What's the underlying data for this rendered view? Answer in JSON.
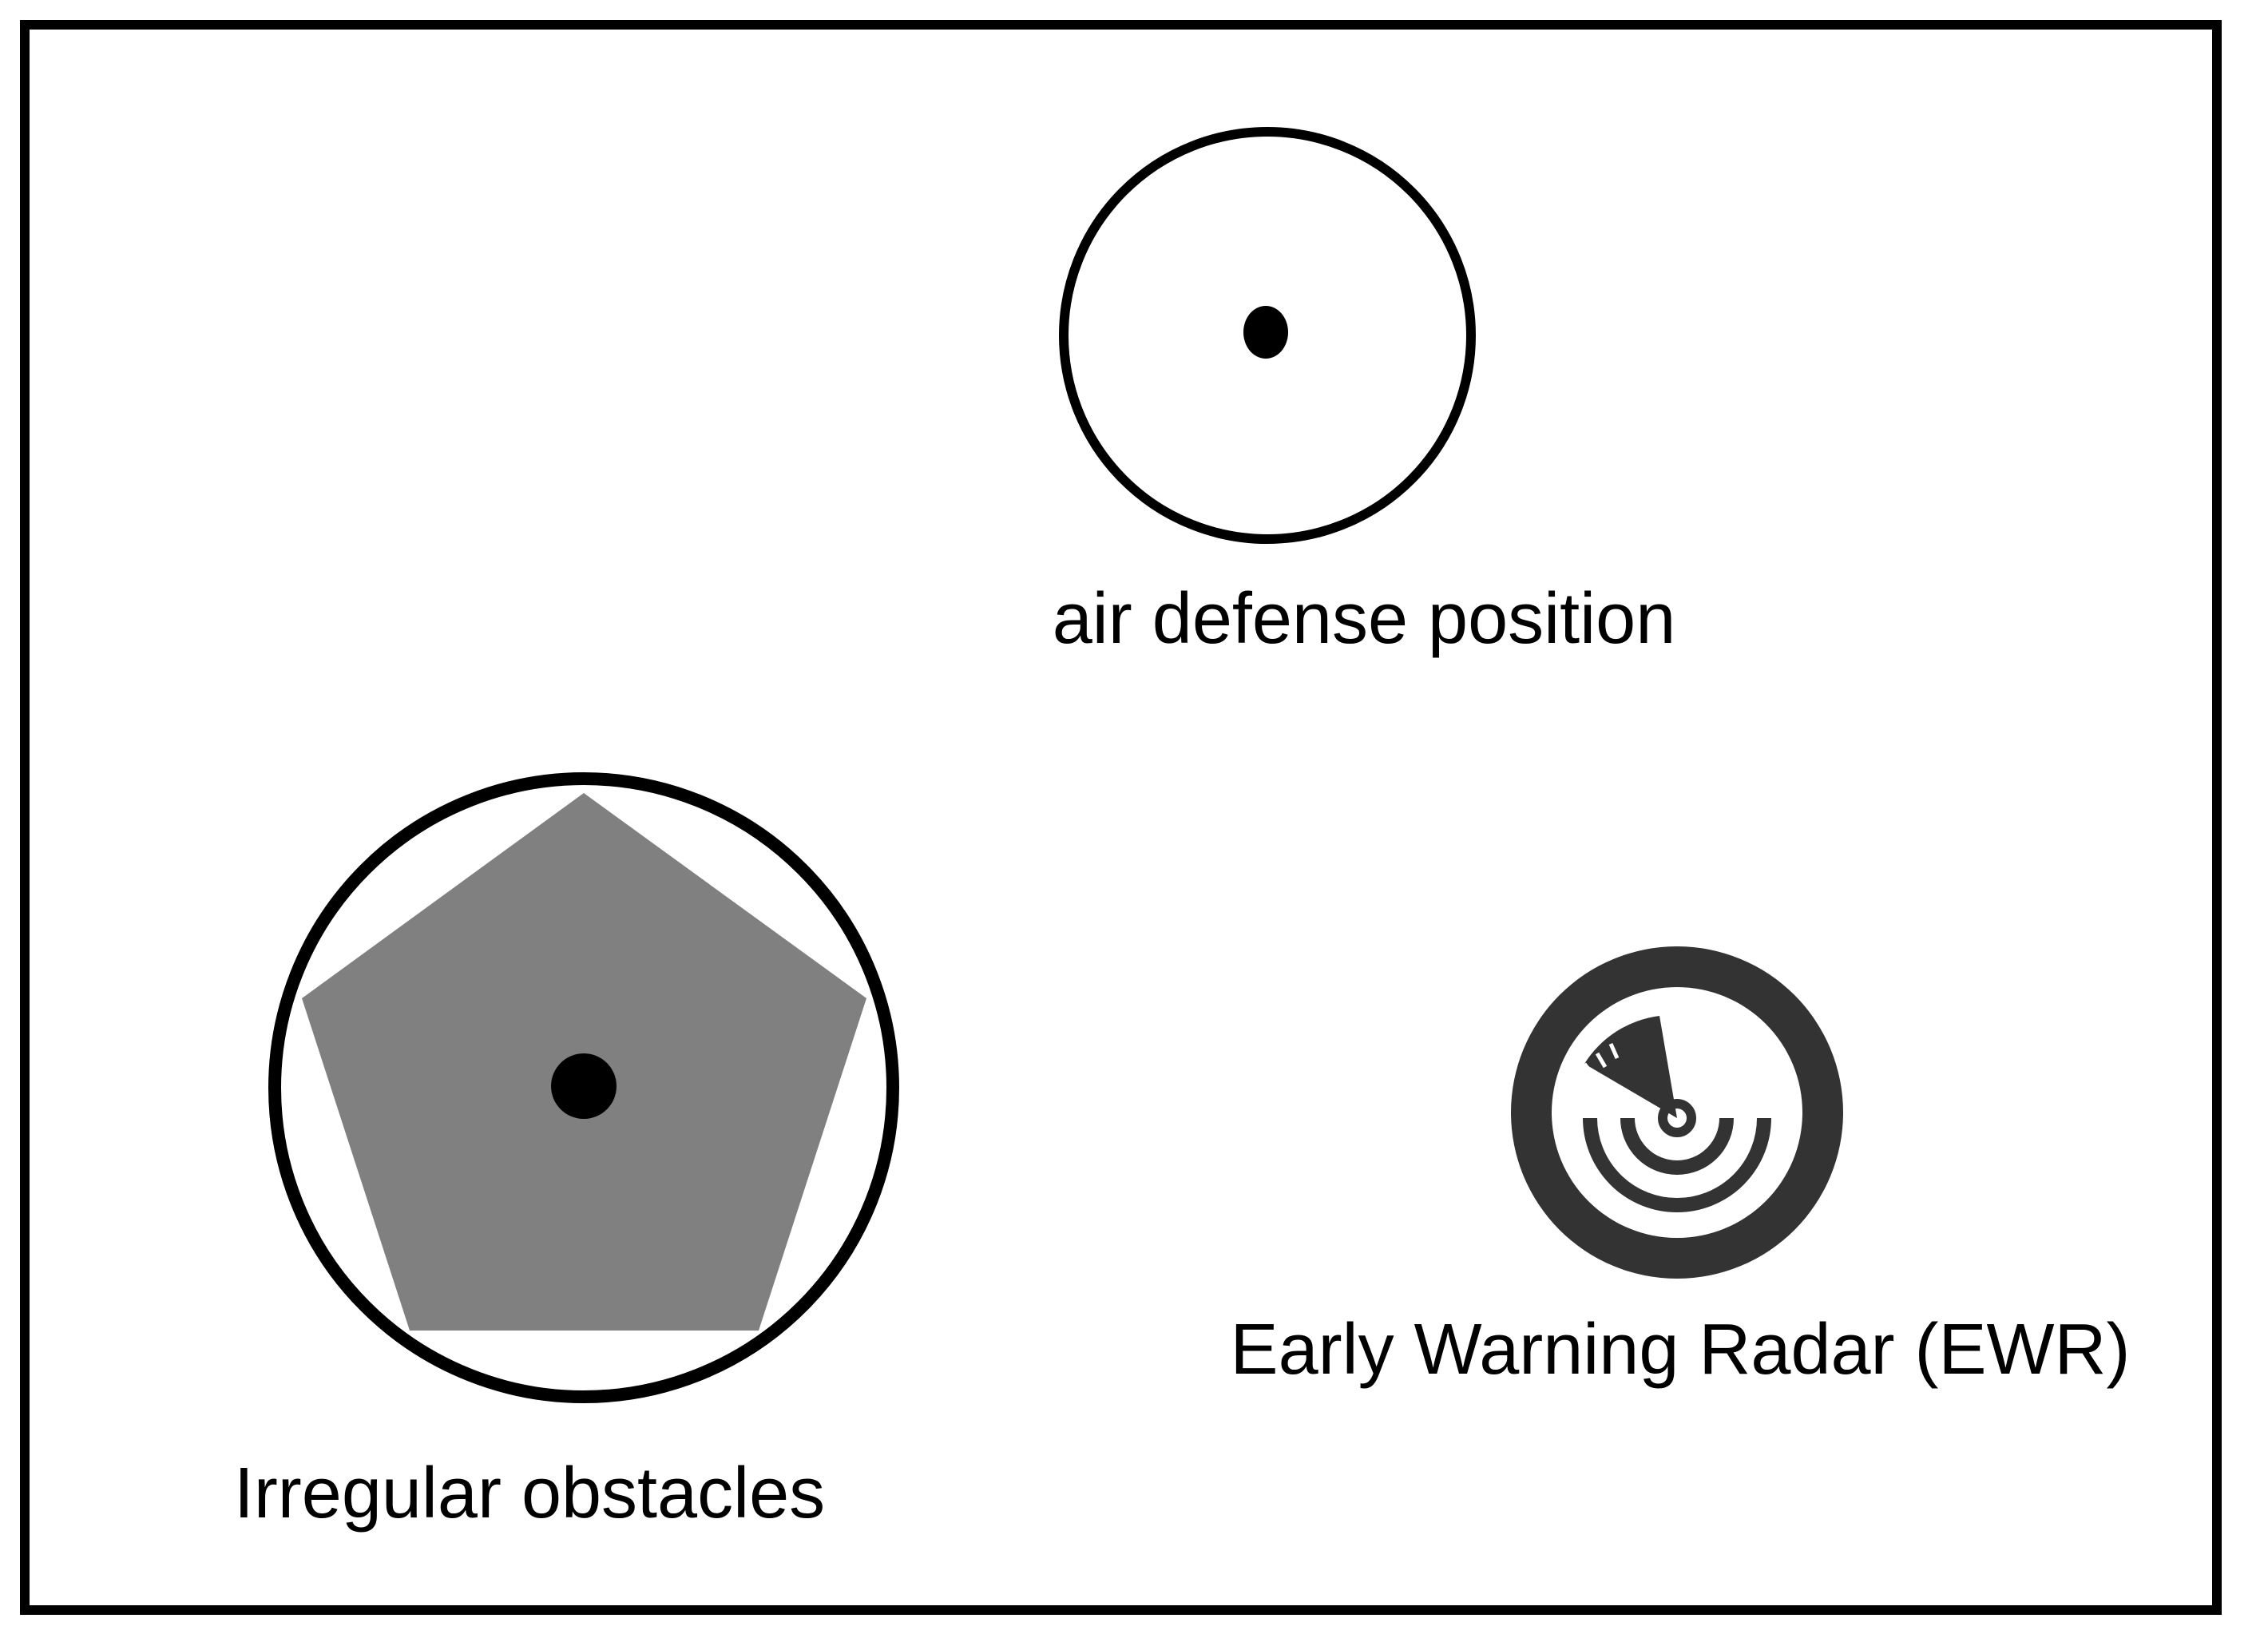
{
  "legend": {
    "air_defense": {
      "label": "air defense position",
      "icon": "air-defense-circle-icon"
    },
    "obstacle": {
      "label": "Irregular obstacles",
      "icon": "pentagon-obstacle-icon"
    },
    "radar": {
      "label": "Early Warning Radar (EWR)",
      "icon": "radar-icon"
    }
  },
  "colors": {
    "frame": "#000000",
    "obstacle_fill": "#808080",
    "radar_dark": "#333333",
    "background": "#ffffff"
  }
}
